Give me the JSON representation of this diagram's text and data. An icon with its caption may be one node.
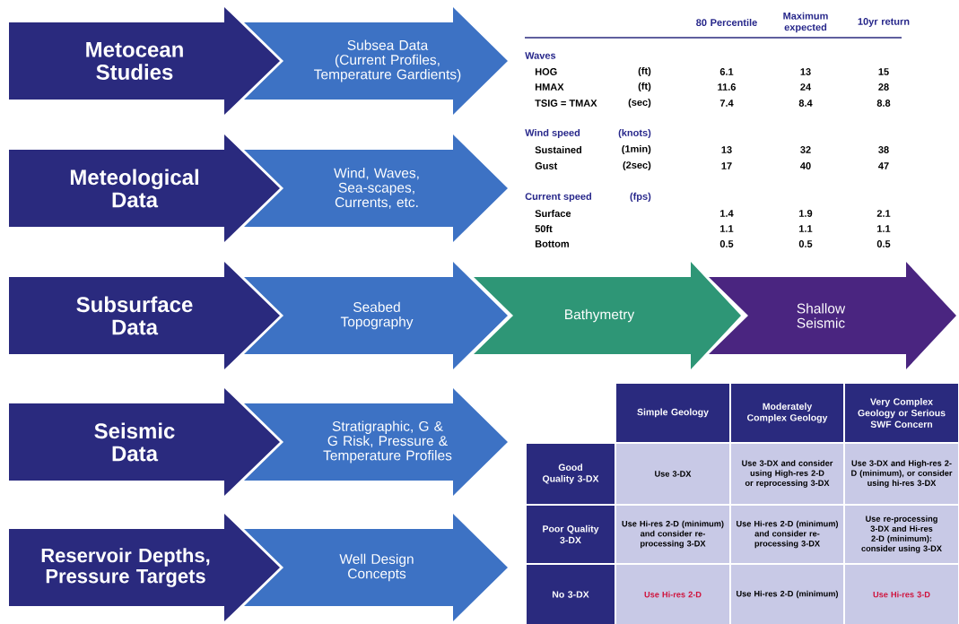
{
  "diagram": {
    "nodes": [
      {
        "text": [
          "Metocean Studies"
        ]
      },
      {
        "text": [
          "Subsea Data (Current Profiles, Temperature Gardients)"
        ]
      },
      {
        "text": [
          "Meteological Data"
        ]
      },
      {
        "text": [
          "Wind, Waves, Sea-scapes, Currents, etc."
        ]
      },
      {
        "text": [
          "Subsurface Data"
        ]
      },
      {
        "text": [
          "Seabed Topography"
        ]
      },
      {
        "text": [
          "Bathymetry"
        ]
      },
      {
        "text": [
          "Shallow Seismic"
        ]
      },
      {
        "text": [
          "Seismic Data"
        ]
      },
      {
        "text": [
          "Stratigraphic, G & G Risk, Pressure & Temperature Profiles"
        ]
      },
      {
        "text": [
          "Reservoir Depths, Pressure Targets"
        ]
      },
      {
        "text": [
          "Well Design Concepts"
        ]
      }
    ],
    "labels": [
      "80 Percentile",
      "Maximum expected",
      "10yr return",
      "Waves",
      "HOG",
      "(ft)",
      "6.1",
      "13",
      "15",
      "HMAX",
      "(ft)",
      "11.6",
      "24",
      "28",
      "TSIG = TMAX",
      "(sec)",
      "7.4",
      "8.4",
      "8.8",
      "Wind speed",
      "(knots)",
      "Sustained",
      "(1min)",
      "13",
      "32",
      "38",
      "Gust",
      "(2sec)",
      "17",
      "40",
      "47",
      "Current speed",
      "(fps)",
      "Surface",
      "1.4",
      "1.9",
      "2.1",
      "50ft",
      "1.1",
      "1.1",
      "1.1",
      "Bottom",
      "0.5",
      "0.5",
      "0.5",
      "Simple Geology",
      "Moderately Complex Geology",
      "Very Complex Geology or Serious SWF Concern",
      "Good Quality 3-DX",
      "Use 3-DX",
      "Use 3-DX and consider using High-res 2-D or reprocessing 3-DX",
      "Use 3-DX and High-res 2-D (minimum), or consider using hi-res 3-DX",
      "Poor Quality 3-DX",
      "Use Hi-res 2-D (minimum) and consider re-processing 3-DX",
      "Use Hi-res 2-D (minimum) and consider re-processing 3-DX",
      "Use re-processing 3-DX and Hi-res 2-D (minimum): consider using 3-DX",
      "No 3-DX",
      "Use Hi-res 2-D",
      "Use Hi-res 2-D (minimum)",
      "Use Hi-res 3-D"
    ]
  }
}
